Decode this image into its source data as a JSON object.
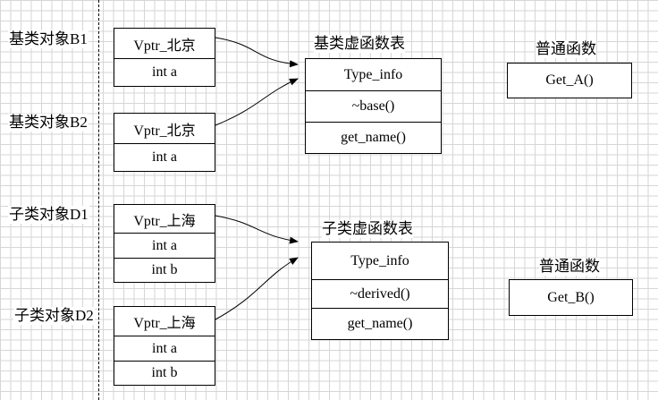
{
  "objects": {
    "b1": {
      "label": "基类对象B1",
      "fields": [
        "Vptr_北京",
        "int a"
      ]
    },
    "b2": {
      "label": "基类对象B2",
      "fields": [
        "Vptr_北京",
        "int a"
      ]
    },
    "d1": {
      "label": "子类对象D1",
      "fields": [
        "Vptr_上海",
        "int a",
        "int b"
      ]
    },
    "d2": {
      "label": "子类对象D2",
      "fields": [
        "Vptr_上海",
        "int a",
        "int b"
      ]
    }
  },
  "base_vtable": {
    "title": "基类虚函数表",
    "entries": [
      "Type_info",
      "~base()",
      "get_name()"
    ]
  },
  "derived_vtable": {
    "title": "子类虚函数表",
    "entries": [
      "Type_info",
      "~derived()",
      "get_name()"
    ]
  },
  "normal_a": {
    "title": "普通函数",
    "name": "Get_A()"
  },
  "normal_b": {
    "title": "普通函数",
    "name": "Get_B()"
  }
}
